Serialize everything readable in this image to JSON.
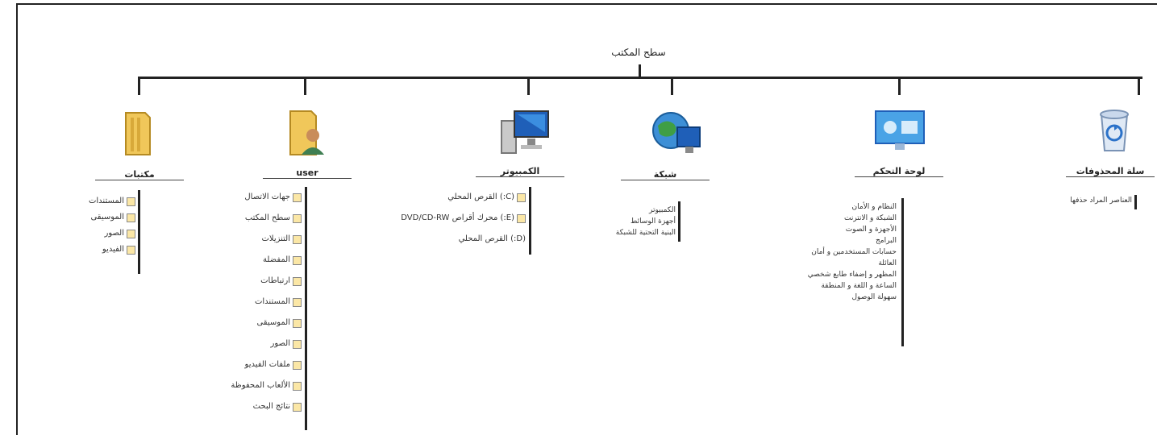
{
  "root_label": "سطح المكتب",
  "colors": {
    "line": "#222222",
    "folder": "#f0c75a",
    "monitor": "#1f5fb8",
    "globe": "#2f8f3a"
  },
  "nodes": {
    "recycle": {
      "title": "سلة المحذوفات",
      "icon": "recycle-bin-icon",
      "items": [
        "العناصر المراد حذفها"
      ]
    },
    "control": {
      "title": "لوحة التحكم",
      "icon": "control-panel-icon",
      "items": [
        "النظام و الأمان",
        "الشبكة و الانترنت",
        "الأجهزة و الصوت",
        "البرامج",
        "حسابات المستخدمين و أمان",
        "العائلة",
        "المظهر و إضفاء طابع شخصي",
        "الساعة و اللغة و المنطقة",
        "سهولة الوصول"
      ]
    },
    "network": {
      "title": "شبكة",
      "icon": "network-icon",
      "items": [
        "الكمبيوتر",
        "أجهزة الوسائط",
        "البنية التحتية للشبكة"
      ]
    },
    "computer": {
      "title": "الكمبيوتر",
      "icon": "computer-icon",
      "items": [
        "(C:) القرص المحلي",
        "(E:) محرك أقراص DVD/CD-RW",
        "(D:) القرص المحلي"
      ]
    },
    "user": {
      "title": "user",
      "icon": "user-folder-icon",
      "items": [
        "جهات الاتصال",
        "سطح المكتب",
        "التنزيلات",
        "المفضلة",
        "ارتباطات",
        "المستندات",
        "الموسيقى",
        "الصور",
        "ملفات الفيديو",
        "الألعاب المحفوظة",
        "نتائج البحث"
      ]
    },
    "libraries": {
      "title": "مكتبات",
      "icon": "library-folder-icon",
      "items": [
        "المستندات",
        "الموسيقى",
        "الصور",
        "الفيديو"
      ]
    }
  }
}
